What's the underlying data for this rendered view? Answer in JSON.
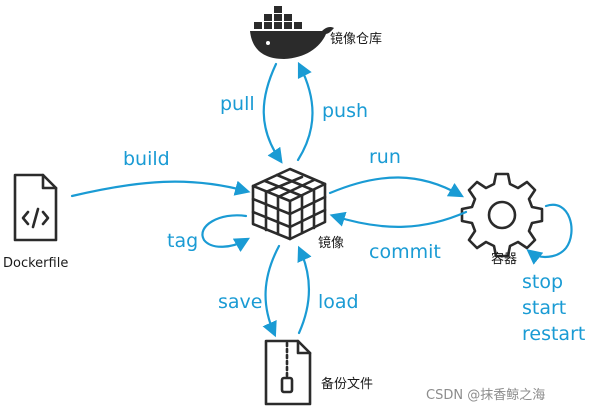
{
  "nodes": {
    "registry": {
      "label": "镜像仓库",
      "icon": "docker-whale-icon"
    },
    "image": {
      "label": "镜像",
      "icon": "image-cube-icon"
    },
    "dockerfile": {
      "label": "Dockerfile",
      "icon": "file-code-icon"
    },
    "container": {
      "label": "容器",
      "icon": "gear-icon"
    },
    "backup": {
      "label": "备份文件",
      "icon": "zip-file-icon"
    }
  },
  "commands": {
    "pull": "pull",
    "push": "push",
    "build": "build",
    "run": "run",
    "commit": "commit",
    "tag": "tag",
    "save": "save",
    "load": "load",
    "stop": "stop",
    "start": "start",
    "restart": "restart"
  },
  "watermark": "CSDN @抹香鲸之海",
  "colors": {
    "accent": "#1a9bd4",
    "icon": "#2b2b2b"
  }
}
